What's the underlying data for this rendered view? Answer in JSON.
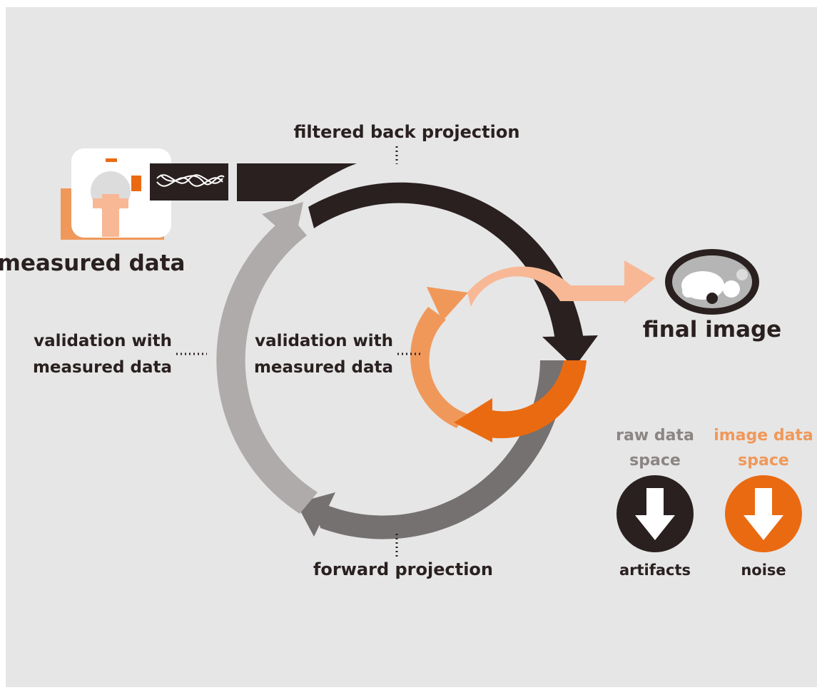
{
  "labels": {
    "filtered_back_projection": "filtered back projection",
    "forward_projection": "forward projection",
    "measured_data": "measured data",
    "final_image": "final image",
    "validation_outer_line1": "validation with",
    "validation_outer_line2": "measured data",
    "validation_inner_line1": "validation with",
    "validation_inner_line2": "measured data"
  },
  "legend": {
    "raw": {
      "line1": "raw data",
      "line2": "space",
      "caption": "artifacts",
      "color": "#8b8584"
    },
    "image": {
      "line1": "image data",
      "line2": "space",
      "caption": "noise",
      "color": "#f0985a"
    }
  },
  "colors": {
    "background": "#e6e6e6",
    "dark": "#2a2020",
    "gray_dark": "#757170",
    "gray_light": "#aeabaa",
    "orange": "#ea6a12",
    "orange_mid": "#f0985a",
    "orange_light": "#f8b895",
    "scanner_body": "#f0985a",
    "scanner_patient": "#f8b895",
    "scanner_marker": "#ea6a12"
  },
  "icons": {
    "scanner": "ct-scanner-icon",
    "ct_slice": "ct-slice-icon",
    "signal": "sine-wave-icon",
    "down_arrow": "down-arrow-icon"
  }
}
